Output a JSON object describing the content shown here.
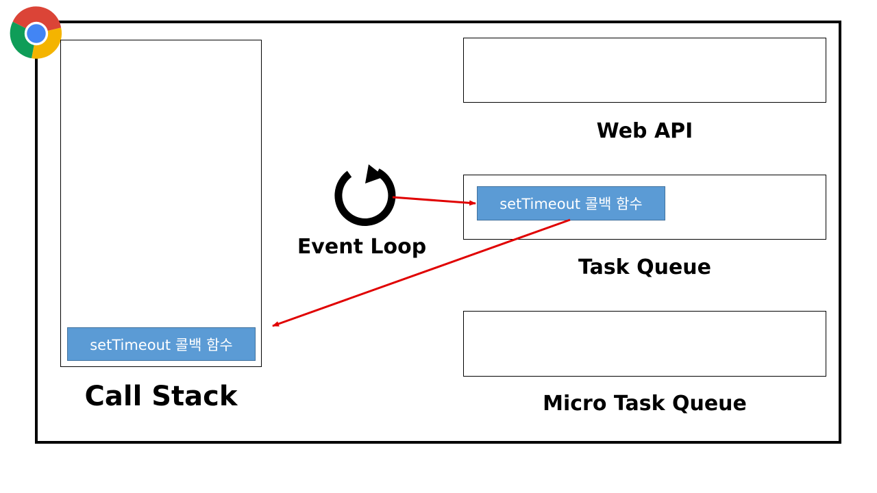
{
  "call_stack": {
    "label": "Call Stack",
    "items": [
      "setTimeout 콜백 함수"
    ]
  },
  "web_api": {
    "label": "Web API"
  },
  "task_queue": {
    "label": "Task Queue",
    "items": [
      "setTimeout 콜백 함수"
    ]
  },
  "micro_task_queue": {
    "label": "Micro Task Queue"
  },
  "event_loop": {
    "label": "Event Loop"
  },
  "colors": {
    "arrow": "#e00000",
    "chip": "#5b9bd5",
    "frame": "#000000"
  },
  "icons": [
    "chrome-logo-icon",
    "event-loop-refresh-icon"
  ]
}
